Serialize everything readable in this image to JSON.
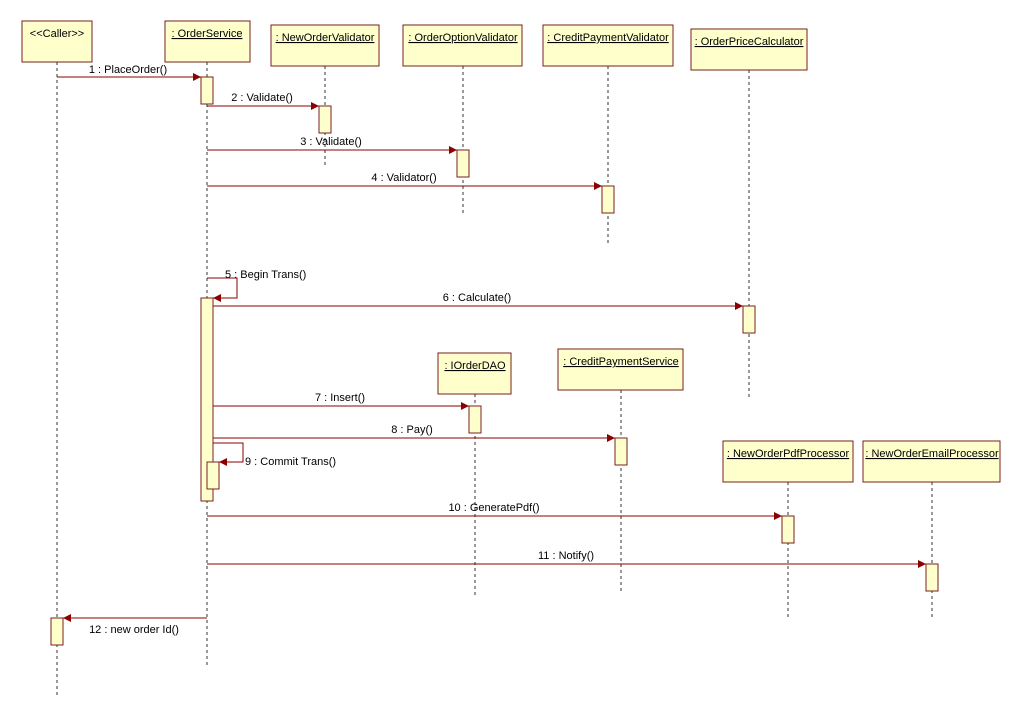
{
  "objects": [
    {
      "id": "caller",
      "label": "<<Caller>>"
    },
    {
      "id": "orderservice",
      "label": ": OrderService"
    },
    {
      "id": "neworderval",
      "label": ": NewOrderValidator"
    },
    {
      "id": "orderoptionval",
      "label": ": OrderOptionValidator"
    },
    {
      "id": "creditpaymentval",
      "label": ": CreditPaymentValidator"
    },
    {
      "id": "orderpricecalc",
      "label": ": OrderPriceCalculator"
    },
    {
      "id": "iorderdao",
      "label": ": IOrderDAO"
    },
    {
      "id": "creditpaymentservice",
      "label": ": CreditPaymentService"
    },
    {
      "id": "neworderpdf",
      "label": ": NewOrderPdfProcessor"
    },
    {
      "id": "neworderemail",
      "label": ": NewOrderEmailProcessor"
    }
  ],
  "messages": [
    {
      "id": "m1",
      "label": "1 : PlaceOrder()"
    },
    {
      "id": "m2",
      "label": "2 : Validate()"
    },
    {
      "id": "m3",
      "label": "3 : Validate()"
    },
    {
      "id": "m4",
      "label": "4 : Validator()"
    },
    {
      "id": "m5",
      "label": "5 : Begin Trans()"
    },
    {
      "id": "m6",
      "label": "6 : Calculate()"
    },
    {
      "id": "m7",
      "label": "7 : Insert()"
    },
    {
      "id": "m8",
      "label": "8 : Pay()"
    },
    {
      "id": "m9",
      "label": "9 : Commit Trans()"
    },
    {
      "id": "m10",
      "label": "10 : GeneratePdf()"
    },
    {
      "id": "m11",
      "label": "11 : Notify()"
    },
    {
      "id": "m12",
      "label": "12 : new order Id()"
    }
  ],
  "colors": {
    "box_fill": "#ffffcc",
    "border": "#7a1f1f",
    "message_line": "#8b0000"
  }
}
